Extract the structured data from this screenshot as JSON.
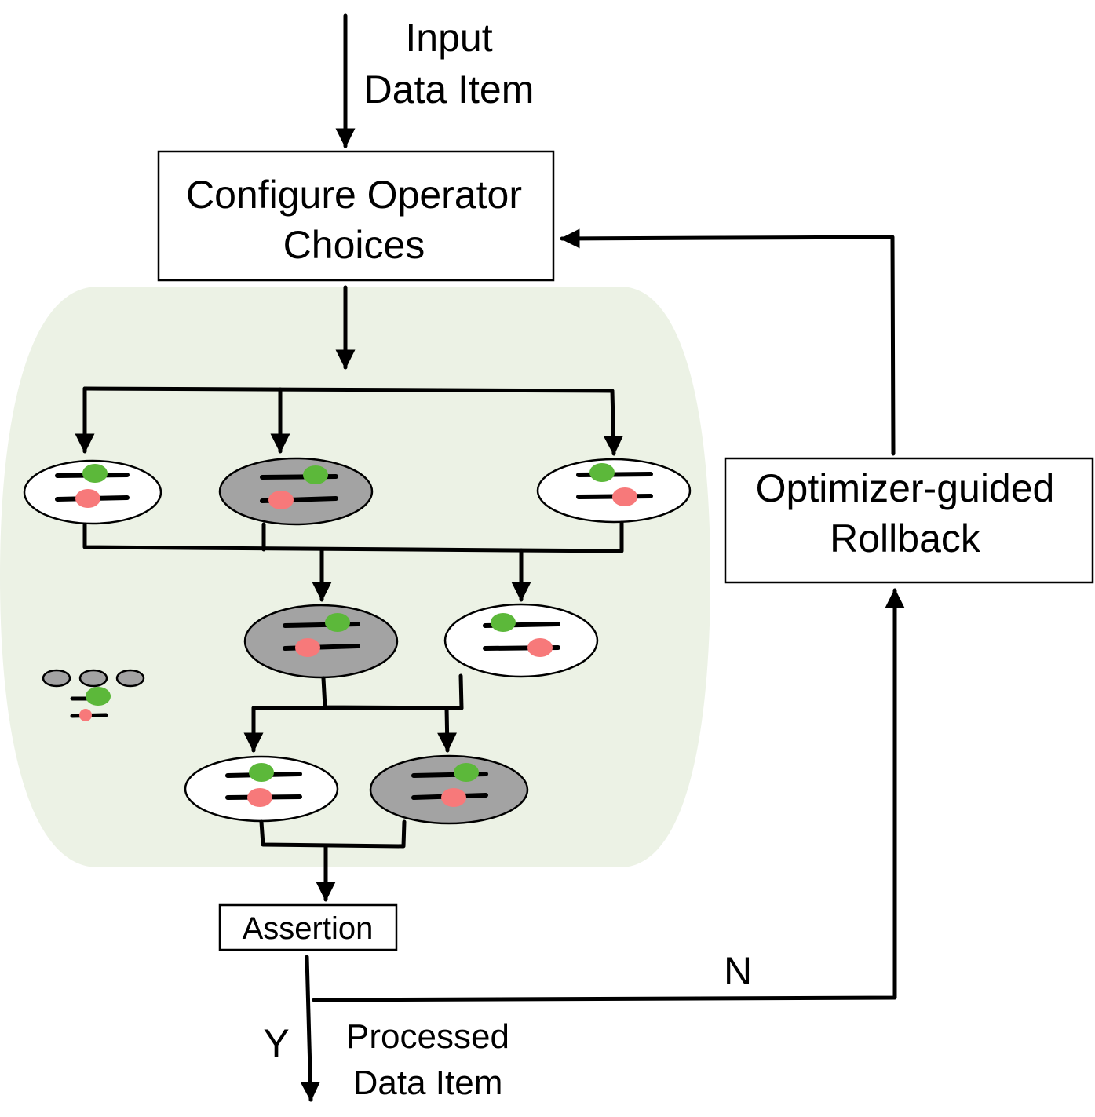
{
  "input_label": [
    "Input",
    "Data Item"
  ],
  "configure_box": [
    "Configure Operator",
    "Choices"
  ],
  "optimizer_box": [
    "Optimizer-guided",
    "Rollback"
  ],
  "assertion_box": "Assertion",
  "branch_no": "N",
  "branch_yes": "Y",
  "output_label": [
    "Processed",
    "Data Item"
  ],
  "colors": {
    "panel": "#ecf2e5",
    "node_selected": "#a3a3a3",
    "node_unselected": "#ffffff",
    "knob_green": "#5cb83a",
    "knob_red": "#f7797a"
  }
}
